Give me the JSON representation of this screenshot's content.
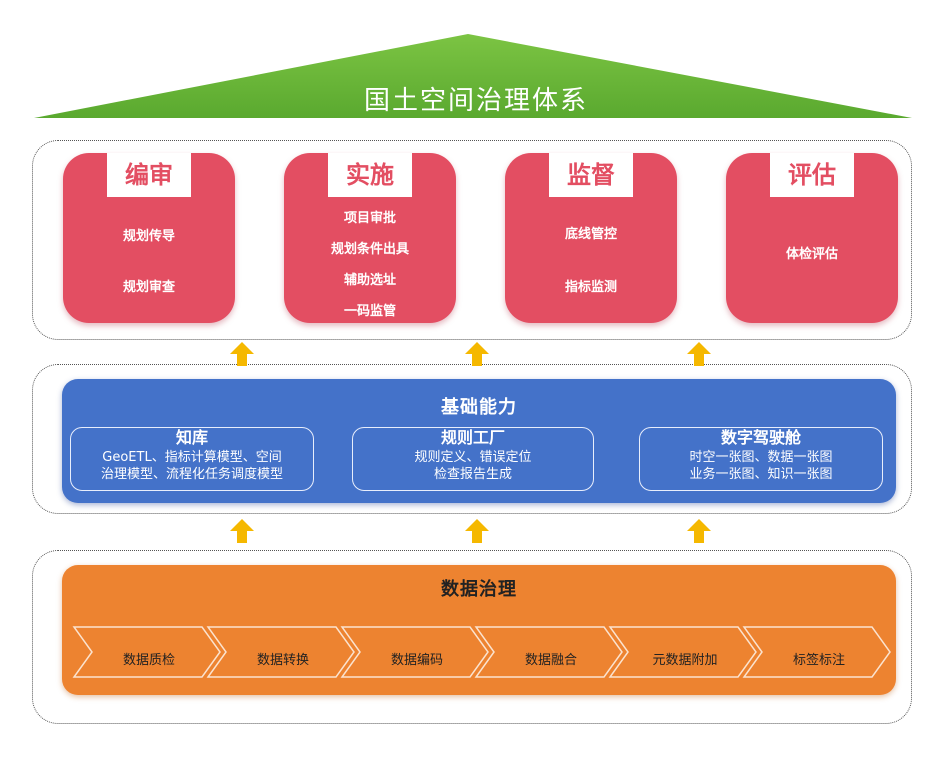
{
  "roof": {
    "title": "国土空间治理体系"
  },
  "cards": [
    {
      "title": "编审",
      "items": [
        "规划传导",
        "规划审查"
      ]
    },
    {
      "title": "实施",
      "items": [
        "项目审批",
        "规划条件出具",
        "辅助选址",
        "一码监管"
      ]
    },
    {
      "title": "监督",
      "items": [
        "底线管控",
        "指标监测"
      ]
    },
    {
      "title": "评估",
      "items": [
        "体检评估"
      ]
    }
  ],
  "foundation": {
    "title": "基础能力",
    "boxes": [
      {
        "title": "知库",
        "lines": [
          "GeoETL、指标计算模型、空间",
          "治理模型、流程化任务调度模型"
        ]
      },
      {
        "title": "规则工厂",
        "lines": [
          "规则定义、错误定位",
          "检查报告生成"
        ]
      },
      {
        "title": "数字驾驶舱",
        "lines": [
          "时空一张图、数据一张图",
          "业务一张图、知识一张图"
        ]
      }
    ]
  },
  "governance": {
    "title": "数据治理",
    "steps": [
      "数据质检",
      "数据转换",
      "数据编码",
      "数据融合",
      "元数据附加",
      "标签标注"
    ]
  },
  "colors": {
    "roof": "#6cbb3c",
    "card": "#e34e62",
    "foundation": "#4472c9",
    "governance": "#ed8330",
    "arrow": "#f5b800"
  }
}
